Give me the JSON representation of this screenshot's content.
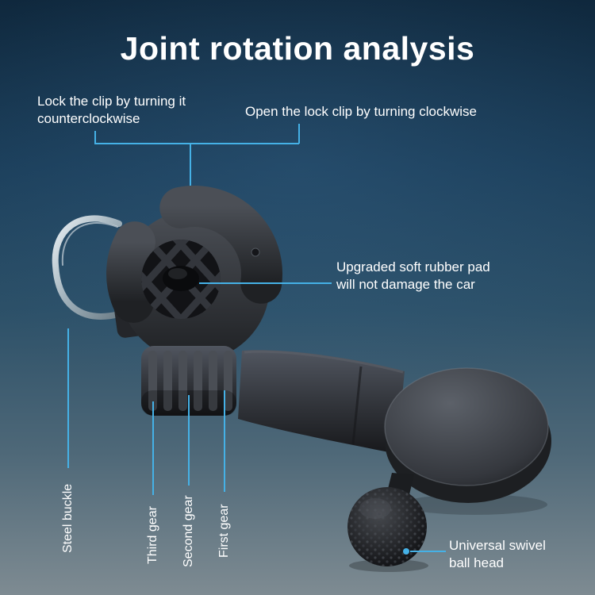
{
  "title": "Joint rotation analysis",
  "labels": {
    "lock_clip": "Lock the clip by turning it counterclockwise",
    "open_clip": "Open the lock clip by turning clockwise",
    "rubber_pad": "Upgraded soft rubber pad will not damage the car",
    "steel_buckle": "Steel buckle",
    "third_gear": "Third gear",
    "second_gear": "Second gear",
    "first_gear": "First gear",
    "ball_head": "Universal swivel ball head"
  },
  "colors": {
    "background_top": "#0f283d",
    "background_bottom": "#7e8b92",
    "callout_line": "#45b1e6",
    "label_text": "#ffffff",
    "product_dark": "#26282c"
  }
}
